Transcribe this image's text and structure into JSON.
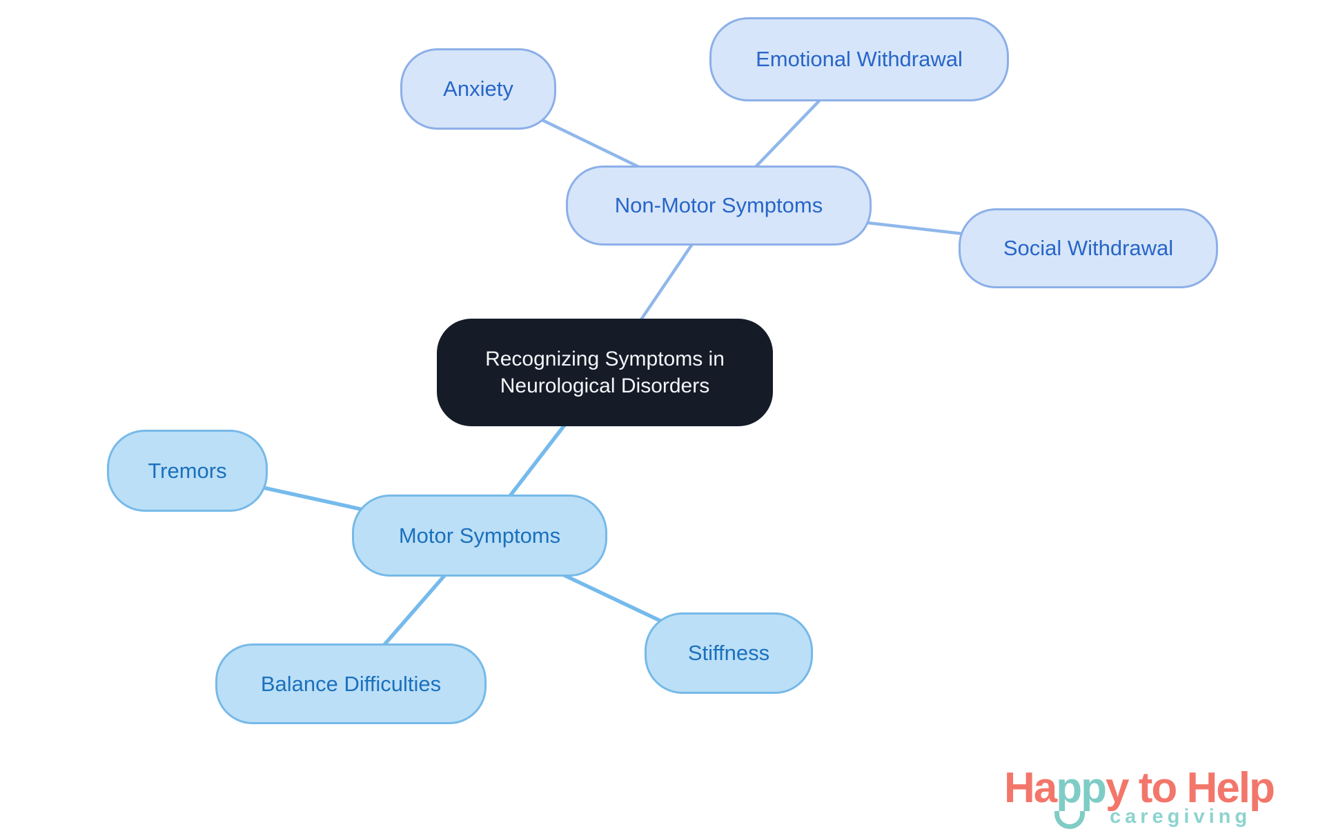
{
  "diagram": {
    "root": {
      "label": "Recognizing Symptoms in Neurological Disorders"
    },
    "branches": [
      {
        "label": "Non-Motor Symptoms",
        "children": [
          {
            "label": "Anxiety"
          },
          {
            "label": "Emotional Withdrawal"
          },
          {
            "label": "Social Withdrawal"
          }
        ]
      },
      {
        "label": "Motor Symptoms",
        "children": [
          {
            "label": "Tremors"
          },
          {
            "label": "Balance Difficulties"
          },
          {
            "label": "Stiffness"
          }
        ]
      }
    ],
    "colors": {
      "central_bg": "#151C28",
      "central_text": "#F4F6F9",
      "nonmotor_fill": "#D6E5F9",
      "nonmotor_border": "#8CAFE8",
      "nonmotor_text": "#2765C8",
      "nonmotor_line": "#8FB7EB",
      "motor_fill": "#BBDFF7",
      "motor_border": "#76B9E8",
      "motor_text": "#1B70BC",
      "motor_line": "#75BAEC"
    }
  },
  "logo": {
    "wordmark_ha": "Ha",
    "wordmark_pp": "pp",
    "wordmark_rest": "y to Help",
    "tagline": "caregiving",
    "colors": {
      "coral": "#F3766A",
      "teal": "#7FCCC6",
      "teal_light": "#8CD3CE"
    }
  }
}
